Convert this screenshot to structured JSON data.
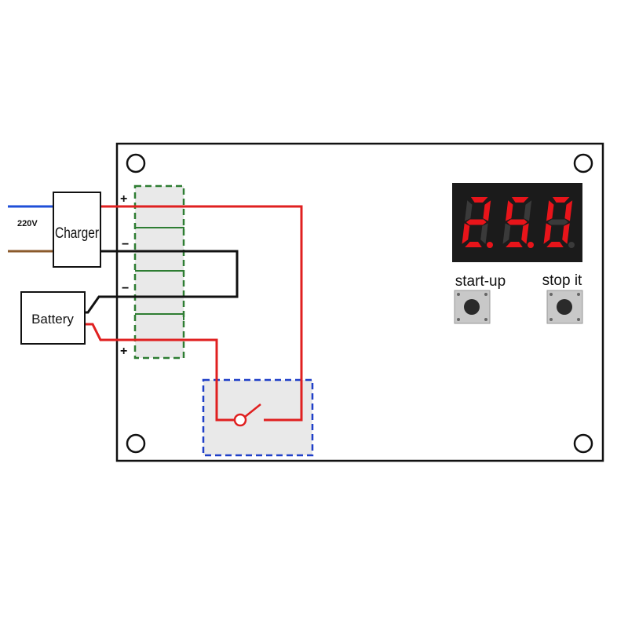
{
  "labels": {
    "input_voltage": "220V",
    "charger": "Charger",
    "battery": "Battery",
    "start_button": "start-up",
    "stop_button": "stop it",
    "plus_top": "+",
    "minus_top": "−",
    "minus_bottom": "−",
    "plus_bottom": "+"
  },
  "display": {
    "digits": [
      "2",
      "5",
      "0"
    ],
    "decimal_after": [
      0,
      1
    ],
    "on_color": "#e8141a",
    "off_color": "#3a3a3a"
  },
  "colors": {
    "positive_wire": "#e02020",
    "negative_wire": "#111111",
    "mains_live": "#1f4fd8",
    "mains_neutral": "#8b5a2b",
    "terminal_border": "#2e7d32",
    "relay_border": "#1f3fc8",
    "block_fill": "#e9e9e9",
    "board_border": "#111111"
  }
}
